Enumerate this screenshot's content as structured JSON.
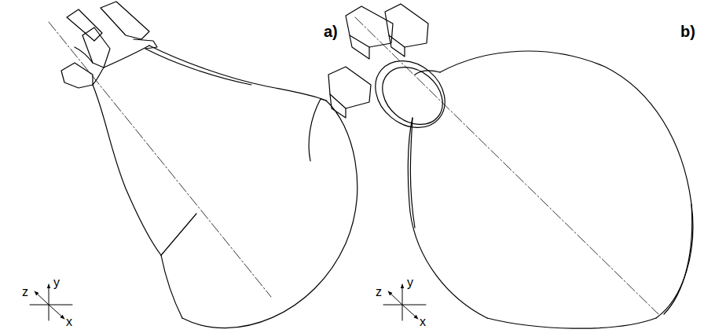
{
  "diagram": {
    "labels": [
      "a)",
      "z",
      "y",
      "x",
      "b)",
      "z",
      "y",
      "x"
    ]
  }
}
